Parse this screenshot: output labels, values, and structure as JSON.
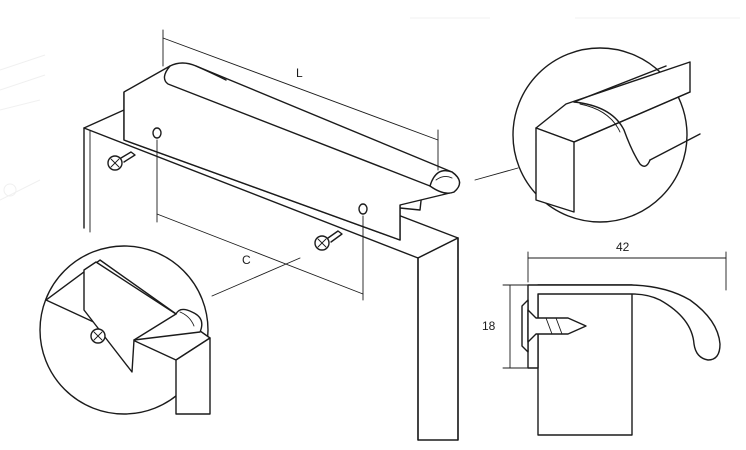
{
  "labels": {
    "length": "L",
    "center_distance": "C",
    "width": "42",
    "height": "18"
  }
}
